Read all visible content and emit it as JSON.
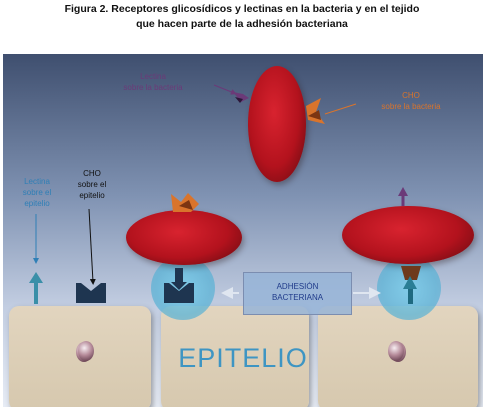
{
  "caption": {
    "line1": "Figura 2. Receptores glicosídicos y lectinas en la bacteria y en el tejido",
    "line2": "que hacen parte de la adhesión bacteriana"
  },
  "labels": {
    "lectina_bacteria_1": "Lectina",
    "lectina_bacteria_2": "sobre la bacteria",
    "cho_bacteria_1": "CHO",
    "cho_bacteria_2": "sobre la bacteria",
    "lectina_epitelio_1": "Lectina",
    "lectina_epitelio_2": "sobre el",
    "lectina_epitelio_3": "epitelio",
    "cho_epitelio_1": "CHO",
    "cho_epitelio_2": "sobre el",
    "cho_epitelio_3": "epitelio",
    "adhesion_1": "ADHESIÓN",
    "adhesion_2": "BACTERIANA",
    "epitelio": "EPITELIO"
  },
  "colors": {
    "lectina_bacteria": "#6b3a78",
    "cho_bacteria": "#d9742c",
    "lectina_epitelio": "#2f7fb6",
    "cho_epitelio": "#1a1a1a",
    "lectin_receptor": "#3a8fa8",
    "cho_receptor": "#1e3550",
    "bacteria": "#c0141f",
    "epitelio_text": "#3e95c3",
    "adhesion_text": "#1f3a8a"
  },
  "icons": [
    "bacterium",
    "lectin-receptor",
    "carbohydrate-receptor",
    "epithelial-cell",
    "nucleus",
    "arrow"
  ]
}
